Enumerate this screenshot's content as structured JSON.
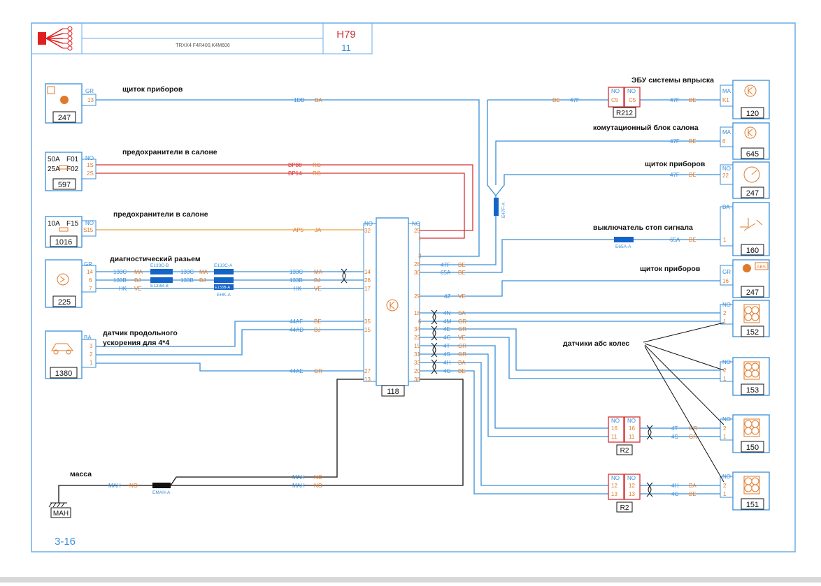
{
  "colors": {
    "wire_blue": "#3a8fd8",
    "wire_red": "#d63030",
    "wire_orange": "#e8a23c",
    "wire_black": "#111111",
    "text_orange": "#e07a2a",
    "frame_red": "#c83232",
    "border_blue": "#6aaee8",
    "connector_fill": "#1464c8"
  },
  "header": {
    "code": "TRXX4 F4R400,K4M606",
    "sheet": "H79",
    "page": "11"
  },
  "footer": {
    "page_ref": "3-16"
  },
  "titles": {
    "t120": "ЭБУ системы впрыска",
    "t645": "комутационный блок салона",
    "t247a": "щиток приборов",
    "t247b": "щиток приборов",
    "t160": "выключатель стоп сигнала",
    "t247c": "щиток приборов",
    "t597": "предохранители в салоне",
    "t1016": "предохранители в салоне",
    "t225": "диагностический разьем",
    "t1380a": "датчик продольного",
    "t1380b": "ускорения для 4*4",
    "abs": "датчики абс  колес",
    "ground": "масса"
  },
  "components": {
    "c247a": "247",
    "c597": "597",
    "c1016": "1016",
    "c225": "225",
    "c1380": "1380",
    "c118": "118",
    "c120": "120",
    "c645": "645",
    "c247b": "247",
    "c160": "160",
    "c247c": "247",
    "c152": "152",
    "c153": "153",
    "c150": "150",
    "c151": "151",
    "r212": "R212",
    "r2a": "R2",
    "r2b": "R2",
    "mah": "MAH"
  },
  "fuses": {
    "f01_rating": "50A",
    "f01": "F01",
    "f02_rating": "25A",
    "f02": "F02",
    "f15_rating": "10A",
    "f15": "F15"
  },
  "connectors": {
    "e133c_b": "E133C-B",
    "e133c_a": "E133C-A",
    "e133b_b": "E133B-B",
    "e133b_a": "E133B-A",
    "ehk_a": "EHK-A",
    "e47f_a": "E47F-A",
    "e65a_a": "E65A-A",
    "emah_a": "EMAH-A"
  },
  "left_pins": {
    "p247_col": "GR",
    "p247_pin": "13",
    "p597_col": "NO",
    "p597_pin1": "1S",
    "p597_pin2": "2S",
    "p1016_col": "NO",
    "p1016_pin": "S15",
    "p225_col": "GR",
    "p225_p1": "14",
    "p225_p2": "6",
    "p225_p3": "7",
    "p1380_col": "BA",
    "p1380_p1": "3",
    "p1380_p2": "2",
    "p1380_p3": "1"
  },
  "wires": {
    "w1db": "1DB",
    "w1db_col": "BA",
    "wbp88": "BP88",
    "wbp88_col": "RG",
    "wbp14": "BP14",
    "wbp14_col": "RG",
    "wap5": "AP5",
    "wap5_col": "JA",
    "w133c": "133C",
    "w133c_col": "MA",
    "w133b": "133B",
    "w133b_col": "BJ",
    "whk": "HK",
    "whk_col": "VE",
    "w44af": "44AF",
    "w44af_col": "BE",
    "w44ad": "44AD",
    "w44ad_col": "BJ",
    "w44ae": "44AE",
    "w44ae_col": "GR",
    "w47f": "47F",
    "w47f_col": "BE",
    "w65a": "65A",
    "w65a_col": "BE",
    "w4z": "4Z",
    "w4z_col": "VE",
    "w4n": "4N",
    "w4n_col": "SA",
    "w4m": "4M",
    "w4m_col": "GR",
    "w4e": "4E",
    "w4e_col": "GR",
    "w4c": "4C",
    "w4c_col": "VE",
    "w4t": "4T",
    "w4t_col": "GR",
    "w4s": "4S",
    "w4s_col": "GR",
    "w4h": "4H",
    "w4h_col": "BA",
    "w4g": "4G",
    "w4g_col": "BE",
    "wmah": "MAH",
    "wmah_col": "NO"
  },
  "ecu_pins": {
    "l32": "32",
    "l14": "14",
    "l26": "26",
    "l17": "17",
    "l35": "35",
    "l15": "15",
    "l27": "27",
    "l13": "13",
    "r_no": "NO",
    "r25": "25",
    "r1": "1",
    "r3": "3",
    "r28": "28",
    "r30": "30",
    "r29": "29",
    "r18": "18",
    "r6": "6",
    "r34": "34",
    "r22": "22",
    "r19": "19",
    "r31": "31",
    "r33": "33",
    "r20": "20",
    "r38": "38",
    "l_no": "NO"
  },
  "right_pins": {
    "p120_col": "MA",
    "p120_pin": "K1",
    "p645_col": "MA",
    "p645_pin": "6",
    "p247b_col": "NO",
    "p247b_pin": "22",
    "p160_col": "BA",
    "p160_pin": "1",
    "p247c_col": "GR",
    "p247c_pin": "16",
    "abs_label": "ABS",
    "p152_col": "NO",
    "p152_p2": "2",
    "p152_p1": "1",
    "p153_col": "NO",
    "p153_p2": "2",
    "p153_p1": "1",
    "p150_col": "NO",
    "p150_p2": "2",
    "p150_p1": "1",
    "p151_col": "NO",
    "p151_p2": "2",
    "p151_p1": "1"
  },
  "relay_pins": {
    "r212_no": "NO",
    "r212_c5": "C5",
    "r2a_16": "16",
    "r2a_11": "11",
    "r2b_12": "12",
    "r2b_13": "13"
  }
}
